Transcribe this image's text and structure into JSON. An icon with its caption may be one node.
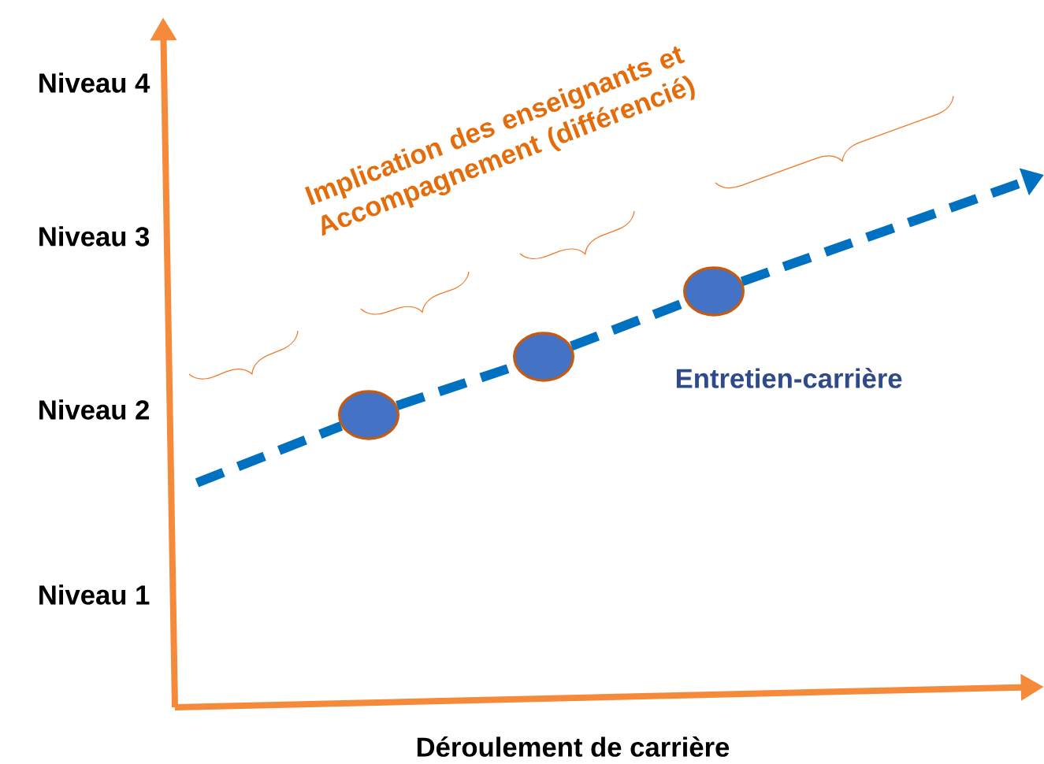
{
  "diagram": {
    "nodes": [
      {
        "text": [],
        "shape": "circle"
      },
      {
        "text": [],
        "shape": "circle"
      },
      {
        "text": [],
        "shape": "circle"
      }
    ],
    "edges": [
      {
        "from": null,
        "to": 0,
        "arrow": "none",
        "style": "dashed"
      },
      {
        "from": 0,
        "to": 1,
        "arrow": "none",
        "style": "dashed"
      },
      {
        "from": 1,
        "to": 2,
        "arrow": "none",
        "style": "dashed"
      },
      {
        "from": 2,
        "to": null,
        "arrow": "to",
        "style": "dashed"
      }
    ],
    "labels": [
      "Niveau 4",
      "Implication des enseignants et Accompagnement (différencié)",
      "Niveau 3",
      "Entretien-carrière",
      "Niveau 2",
      "Niveau 1",
      "Déroulement de carrière"
    ]
  }
}
